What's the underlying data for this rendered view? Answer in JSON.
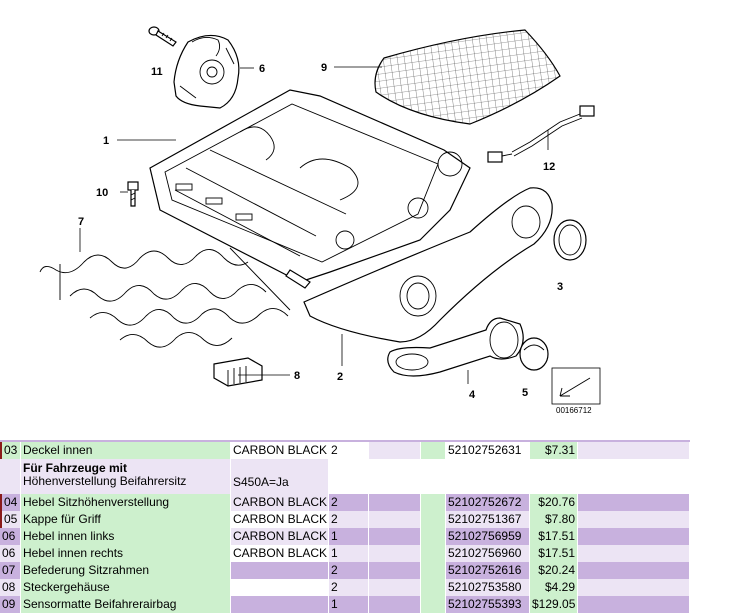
{
  "diagram": {
    "callouts": [
      "1",
      "2",
      "3",
      "4",
      "5",
      "6",
      "7",
      "8",
      "9",
      "10",
      "11",
      "12"
    ],
    "reference_code": "00166712"
  },
  "table": {
    "rows": [
      {
        "idx": "03",
        "description": "Deckel innen",
        "color": "CARBON BLACK",
        "qty": "2",
        "part_number": "52102752631",
        "price": "$7.31"
      },
      {
        "idx": "",
        "description": "Für Fahrzeuge mit",
        "description2": "Höhenverstellung Beifahrersitz",
        "color": "S450A=Ja",
        "qty": "",
        "part_number": "",
        "price": ""
      },
      {
        "idx": "04",
        "description": "Hebel Sitzhöhenverstellung",
        "color": "CARBON BLACK",
        "qty": "2",
        "part_number": "52102752672",
        "price": "$20.76"
      },
      {
        "idx": "05",
        "description": "Kappe für Griff",
        "color": "CARBON BLACK",
        "qty": "2",
        "part_number": "52102751367",
        "price": "$7.80"
      },
      {
        "idx": "06",
        "description": "Hebel innen links",
        "color": "CARBON BLACK",
        "qty": "1",
        "part_number": "52102756959",
        "price": "$17.51"
      },
      {
        "idx": "06",
        "description": "Hebel innen rechts",
        "color": "CARBON BLACK",
        "qty": "1",
        "part_number": "52102756960",
        "price": "$17.51"
      },
      {
        "idx": "07",
        "description": "Befederung Sitzrahmen",
        "color": "",
        "qty": "2",
        "part_number": "52102752616",
        "price": "$20.24"
      },
      {
        "idx": "08",
        "description": "Steckergehäuse",
        "color": "",
        "qty": "2",
        "part_number": "52102753580",
        "price": "$4.29"
      },
      {
        "idx": "09",
        "description": "Sensormatte Beifahrerairbag",
        "color": "",
        "qty": "1",
        "part_number": "52102755393",
        "price": "$129.05"
      }
    ]
  }
}
